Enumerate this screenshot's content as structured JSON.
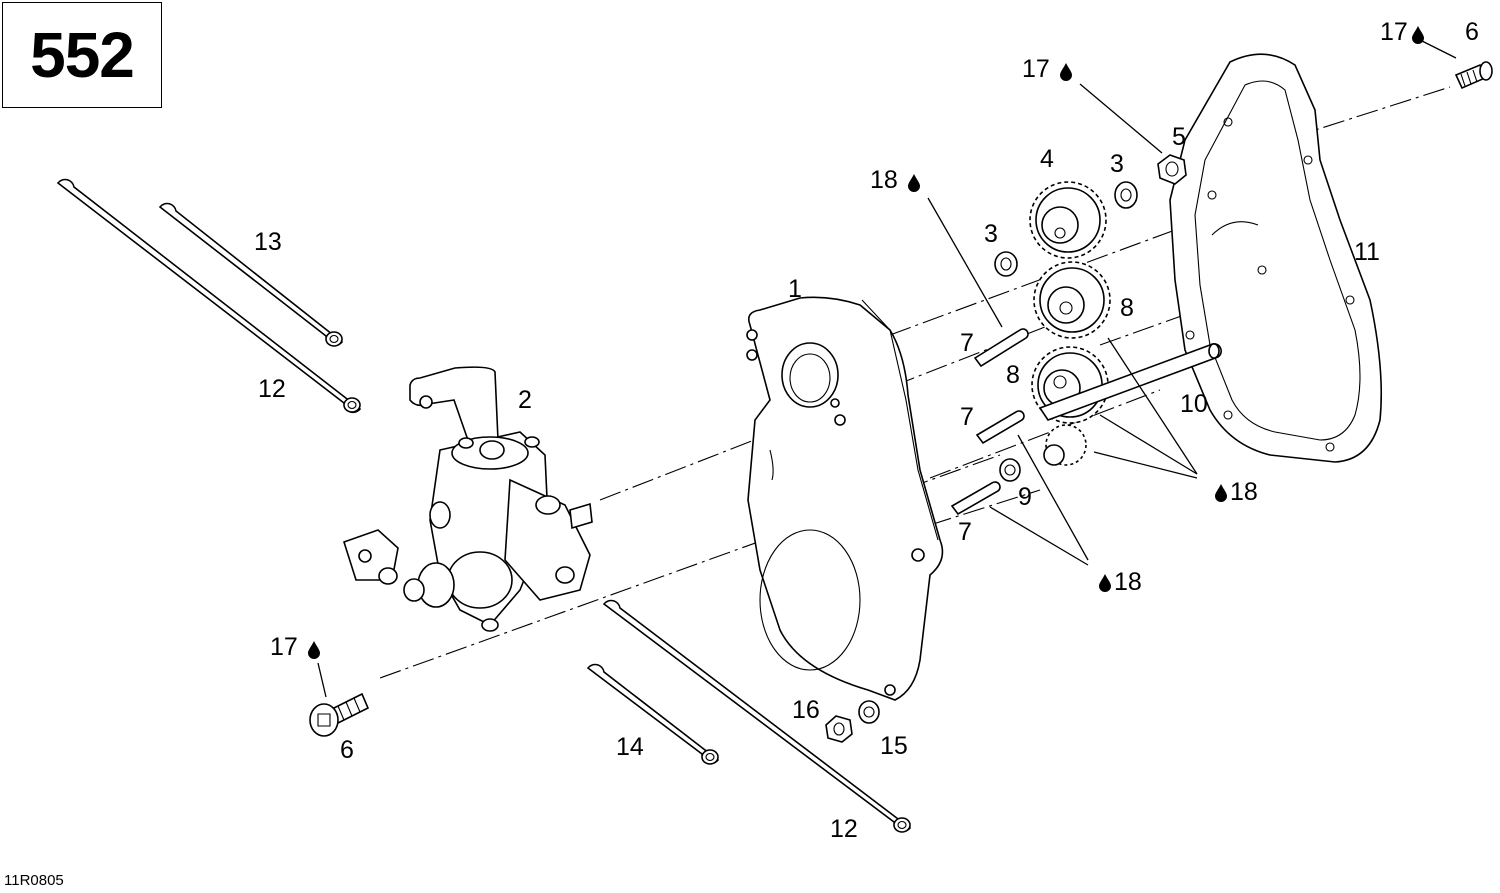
{
  "diagram_number": "552",
  "figure_code": "11R0805",
  "callouts": [
    {
      "id": "c17a",
      "text": "17",
      "drop": true,
      "drop_pos": "after"
    },
    {
      "id": "c6a",
      "text": "6"
    },
    {
      "id": "c17b",
      "text": "17",
      "drop": true,
      "drop_pos": "after"
    },
    {
      "id": "c5",
      "text": "5"
    },
    {
      "id": "c4",
      "text": "4"
    },
    {
      "id": "c3a",
      "text": "3"
    },
    {
      "id": "c18a",
      "text": "18",
      "drop": true,
      "drop_pos": "after"
    },
    {
      "id": "c3b",
      "text": "3"
    },
    {
      "id": "c11",
      "text": "11"
    },
    {
      "id": "c13",
      "text": "13"
    },
    {
      "id": "c1",
      "text": "1"
    },
    {
      "id": "c8a",
      "text": "8"
    },
    {
      "id": "c7a",
      "text": "7"
    },
    {
      "id": "c8b",
      "text": "8"
    },
    {
      "id": "c12a",
      "text": "12"
    },
    {
      "id": "c2",
      "text": "2"
    },
    {
      "id": "c10",
      "text": "10"
    },
    {
      "id": "c7b",
      "text": "7"
    },
    {
      "id": "c18b",
      "text": "18",
      "drop": true,
      "drop_pos": "before"
    },
    {
      "id": "c9",
      "text": "9"
    },
    {
      "id": "c7c",
      "text": "7"
    },
    {
      "id": "c18c",
      "text": "18",
      "drop": true,
      "drop_pos": "before"
    },
    {
      "id": "c17c",
      "text": "17",
      "drop": true,
      "drop_pos": "after"
    },
    {
      "id": "c16",
      "text": "16"
    },
    {
      "id": "c6b",
      "text": "6"
    },
    {
      "id": "c15",
      "text": "15"
    },
    {
      "id": "c14",
      "text": "14"
    },
    {
      "id": "c12b",
      "text": "12"
    }
  ]
}
